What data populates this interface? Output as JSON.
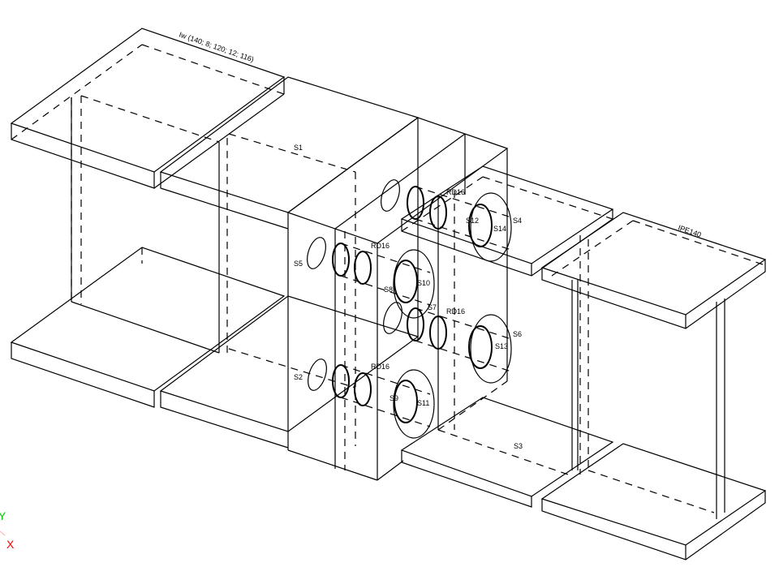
{
  "labels": {
    "left_beam": "Iw (140; 8; 120; 12; 116)",
    "right_beam": "IPE140",
    "s1": "S1",
    "s2": "S2",
    "s3": "S3",
    "s4": "S4",
    "s5": "S5",
    "s6": "S6",
    "s7": "S7",
    "s8": "S8",
    "s9": "S9",
    "s10": "S10",
    "s11": "S11",
    "s12": "S12",
    "s13": "S13",
    "s14": "S14",
    "rd1": "RD16",
    "rd2": "RD16",
    "rd3": "RD16",
    "rd4": "RD16"
  },
  "axes": {
    "y": "Y",
    "x": "X"
  },
  "colors": {
    "y_axis": "#00cc00",
    "x_axis": "#ff0000",
    "lines": "#000000"
  }
}
